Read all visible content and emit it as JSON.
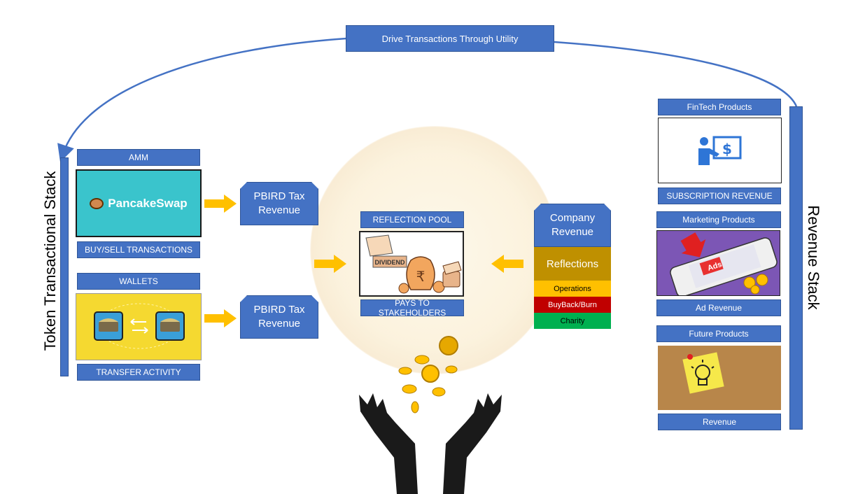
{
  "top": {
    "drive": "Drive Transactions Through Utility"
  },
  "left_stack": {
    "title": "Token Transactional Stack"
  },
  "right_stack": {
    "title": "Revenue Stack"
  },
  "amm": {
    "header": "AMM",
    "logo_text": "PancakeSwap",
    "footer": "BUY/SELL TRANSACTIONS",
    "colors": {
      "bg": "#3ac4cc",
      "logo": "#ffffff"
    }
  },
  "wallets": {
    "header": "WALLETS",
    "footer": "TRANSFER ACTIVITY",
    "colors": {
      "bg": "#f5d930"
    }
  },
  "tax": {
    "label_1": "PBIRD Tax Revenue",
    "label_2": "PBIRD Tax Revenue"
  },
  "reflection": {
    "header": "REFLECTION POOL",
    "dividend": "DIVIDEND",
    "footer": "PAYS TO STAKEHOLDERS"
  },
  "company": {
    "title": "Company Revenue",
    "reflections": "Reflections",
    "operations": "Operations",
    "buyback": "BuyBack/Burn",
    "charity": "Charity",
    "colors": {
      "reflections": "#bf9000",
      "operations": "#ffc000",
      "buyback": "#c00000",
      "charity": "#00b050"
    }
  },
  "fintech": {
    "header": "FinTech Products",
    "footer": "SUBSCRIPTION REVENUE"
  },
  "marketing": {
    "header": "Marketing Products",
    "ads": "Ads",
    "footer": "Ad Revenue"
  },
  "future": {
    "header": "Future Products",
    "footer": "Revenue"
  },
  "icons": [
    "pancake-icon",
    "wallet-icon",
    "dividend-icon",
    "money-bag-icon",
    "presenter-dollar-icon",
    "megaphone-phone-icon",
    "lightbulb-note-icon",
    "coins-icon",
    "hands-icon",
    "arrow-icon"
  ],
  "colors": {
    "primary": "#4472c4",
    "arrow": "#ffc000"
  }
}
